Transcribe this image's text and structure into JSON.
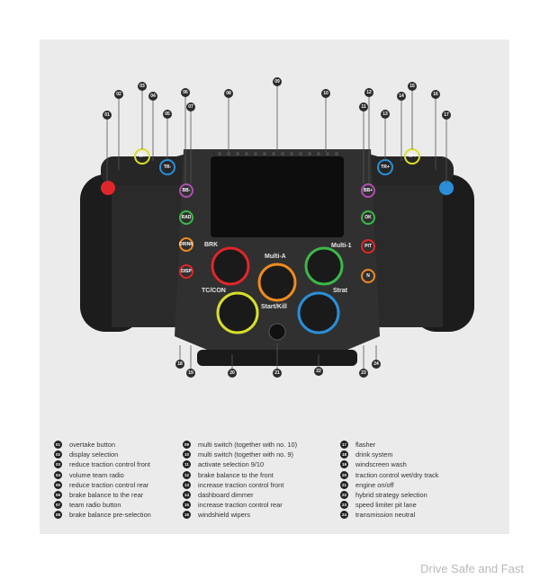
{
  "wheel": {
    "knobs": {
      "brk": "BRK",
      "multi_a": "Multi-A",
      "multi_1": "Multi-1",
      "tc_con": "TC/CON",
      "strat": "Strat",
      "start_kill": "Start/Kill"
    },
    "buttons": {
      "tf_minus": "TF-",
      "tr_left": "TR-",
      "tr_right": "TR+",
      "tf_plus": "TF+",
      "bb_left": "BB-",
      "bb_right": "BB+",
      "rad": "RAD",
      "ok": "OK",
      "drink": "DRINK",
      "pit": "PIT",
      "disp": "DISP",
      "n": "N"
    },
    "colors": {
      "yellow": "#d8df2a",
      "blue": "#2a8fd8",
      "orange": "#f08a1e",
      "green": "#3cb84a",
      "red": "#e0262a",
      "purple": "#b04fb0"
    }
  },
  "legend": [
    {
      "num": "01",
      "text": "overtake button"
    },
    {
      "num": "02",
      "text": "display selection"
    },
    {
      "num": "03",
      "text": "reduce traction control front"
    },
    {
      "num": "04",
      "text": "volume team radio"
    },
    {
      "num": "05",
      "text": "reduce traction control rear"
    },
    {
      "num": "06",
      "text": "brake balance to the rear"
    },
    {
      "num": "07",
      "text": "team radio button"
    },
    {
      "num": "08",
      "text": "brake balance pre-selection"
    },
    {
      "num": "09",
      "text": "multi switch (together with no. 10)"
    },
    {
      "num": "10",
      "text": "multi switch (together with no. 9)"
    },
    {
      "num": "11",
      "text": "activate selection 9/10"
    },
    {
      "num": "12",
      "text": "brake balance to the front"
    },
    {
      "num": "13",
      "text": "increase traction control front"
    },
    {
      "num": "14",
      "text": "dashboard dimmer"
    },
    {
      "num": "15",
      "text": "increase traction control rear"
    },
    {
      "num": "16",
      "text": "windshield wipers"
    },
    {
      "num": "17",
      "text": "flasher"
    },
    {
      "num": "18",
      "text": "drink system"
    },
    {
      "num": "19",
      "text": "windscreen wash"
    },
    {
      "num": "20",
      "text": "traction control wet/dry track"
    },
    {
      "num": "21",
      "text": "engine on/off"
    },
    {
      "num": "22",
      "text": "hybrid strategy selection"
    },
    {
      "num": "23",
      "text": "speed limiter pit lane"
    },
    {
      "num": "24",
      "text": "transmission neutral"
    }
  ],
  "watermark": "Drive Safe and Fast"
}
